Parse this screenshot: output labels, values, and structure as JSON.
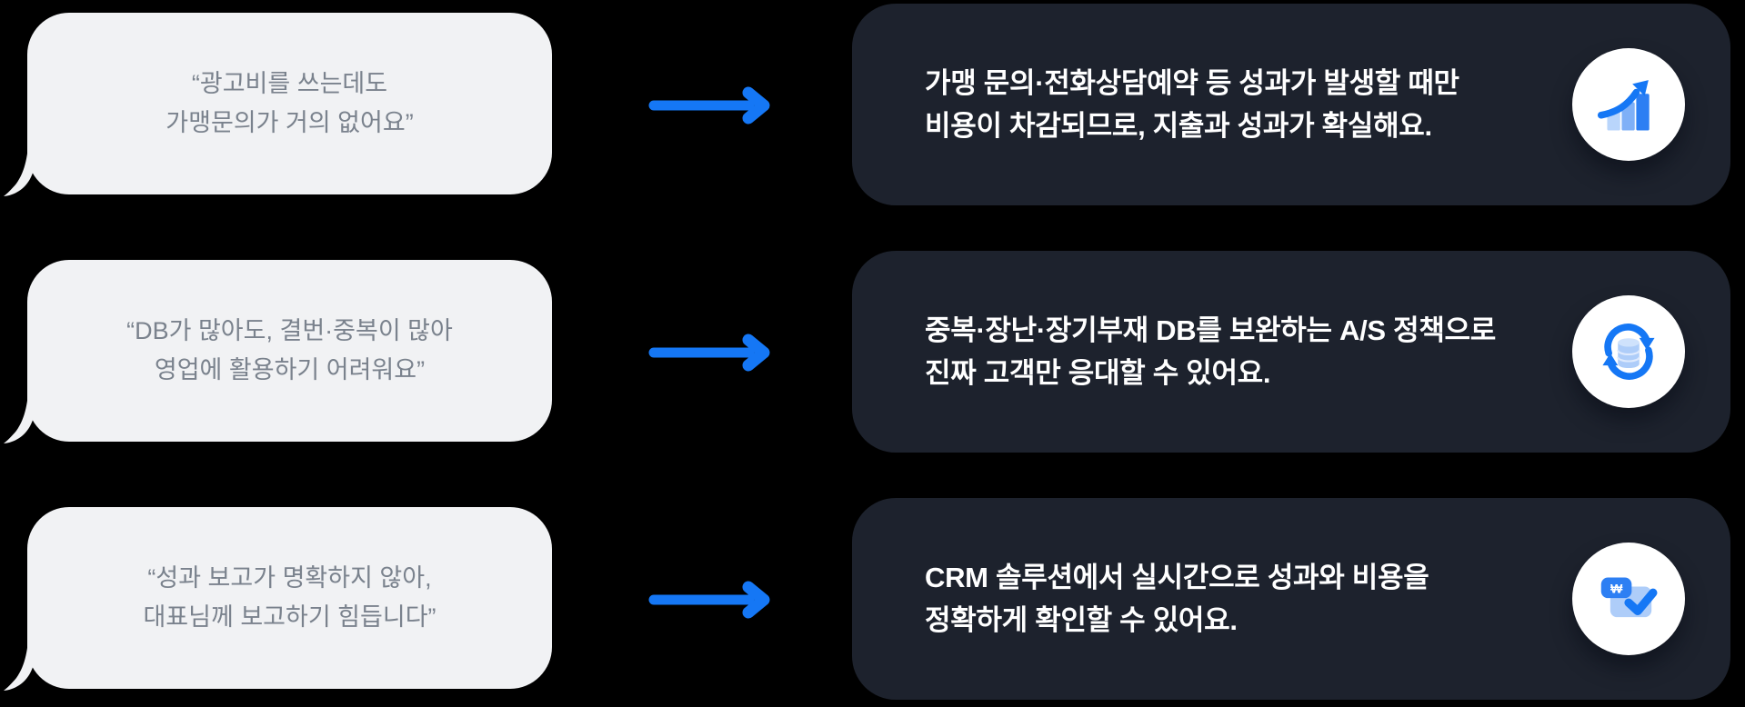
{
  "rows": [
    {
      "quote": {
        "lines": [
          "“광고비를 쓰는데도",
          "가맹문의가 거의 없어요”"
        ]
      },
      "answer": {
        "lines": [
          "가맹 문의·전화상담예약 등 성과가 발생할 때만",
          "비용이 차감되므로, 지출과 성과가 확실해요."
        ]
      },
      "icon": "growth-chart"
    },
    {
      "quote": {
        "lines": [
          "“DB가 많아도, 결번·중복이 많아",
          "영업에 활용하기 어려워요”"
        ]
      },
      "answer": {
        "lines": [
          "중복·장난·장기부재 DB를 보완하는 A/S 정책으로",
          "진짜 고객만 응대할 수 있어요."
        ]
      },
      "icon": "database-sync"
    },
    {
      "quote": {
        "lines": [
          "“성과 보고가 명확하지 않아,",
          "대표님께 보고하기 힘듭니다”"
        ]
      },
      "answer": {
        "lines": [
          "CRM 솔루션에서 실시간으로 성과와 비용을",
          "정확하게 확인할 수 있어요."
        ]
      },
      "icon": "payment-check"
    }
  ],
  "icons": {
    "won_symbol": "₩"
  },
  "colors": {
    "background": "#000000",
    "bubble_bg": "#F1F2F4",
    "bubble_text": "#7A828D",
    "card_bg": "#1D222D",
    "card_text": "#FFFFFF",
    "accent_blue": "#1577F5",
    "icon_blue": "#2D7FF3",
    "icon_mid_blue": "#7FB0F7",
    "icon_light_blue": "#AECDF9",
    "icon_circle_bg": "#FFFFFF"
  }
}
